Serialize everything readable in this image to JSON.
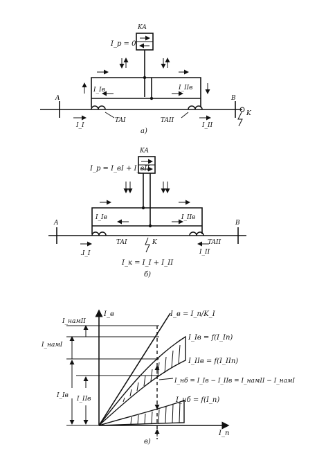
{
  "diagram_a": {
    "relay_label": "KA",
    "relay_current": "I_p = 0",
    "bus_left": "A",
    "bus_right": "B",
    "fault_label": "K",
    "ct_left": "TAI",
    "ct_right": "TAII",
    "sec_left": "I_Iв",
    "sec_right": "I_IIв",
    "prim_left": "I_I",
    "prim_right": "I_II",
    "caption": "a)"
  },
  "diagram_b": {
    "relay_label": "KA",
    "relay_current": "I_p = I_вI + I_вII",
    "bus_left": "A",
    "bus_right": "B",
    "fault_label": "K",
    "ct_left": "TAI",
    "ct_right": "TAII",
    "sec_left": "I_Iв",
    "sec_right": "I_IIв",
    "prim_left": ".I_I",
    "prim_right": "I_II",
    "fault_current": "I_к = I_I + I_II",
    "caption": "б)"
  },
  "diagram_c": {
    "y_axis": "I_в",
    "x_axis": "I_п",
    "ideal_line": "I_в = I_п/K_I",
    "curve_upper_1": "I_Iв = f(I_Iп)",
    "curve_upper_2": "I_IIв = f(I_IIп)",
    "difference_eq": "I_нб = I_Iв − I_IIв = I_намII − I_намI",
    "curve_lower": "I_нб = f(I_п)",
    "dim_nam2": "I_намII",
    "dim_nam1": "I_намI",
    "dim_i1": "I_Iв",
    "dim_i2": "I_IIв",
    "caption": "в)"
  }
}
